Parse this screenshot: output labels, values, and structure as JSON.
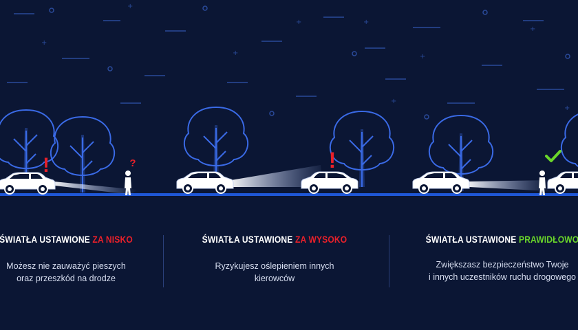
{
  "panels": [
    {
      "title_prefix": "ŚWIATŁA USTAWIONE",
      "title_highlight": "ZA NISKO",
      "highlight_color": "#e8202a",
      "desc_line1": "Możesz nie zauważyć pieszych",
      "desc_line2": "oraz przeszkód na drodze"
    },
    {
      "title_prefix": "ŚWIATŁA USTAWIONE",
      "title_highlight": "ZA WYSOKO",
      "highlight_color": "#e8202a",
      "desc_line1": "Ryzykujesz oślepieniem innych",
      "desc_line2": "kierowców"
    },
    {
      "title_prefix": "ŚWIATŁA USTAWIONE",
      "title_highlight": "PRAWIDŁOWO",
      "highlight_color": "#6ad62a",
      "desc_line1": "Zwiększasz bezpieczeństwo Twoje",
      "desc_line2": "i innych uczestników ruchu drogowego"
    }
  ],
  "scene": {
    "warning_mark_1": "!",
    "question_mark": "?",
    "warning_mark_2": "!",
    "colors": {
      "background": "#0b1634",
      "road": "#1f57d6",
      "outline": "#3a6ae6",
      "warning": "#e8202a",
      "ok": "#6ad62a"
    },
    "icons": [
      "tree-icon",
      "car-icon",
      "pedestrian-icon",
      "headlight-beam",
      "check-icon",
      "exclamation-icon",
      "question-icon"
    ]
  }
}
